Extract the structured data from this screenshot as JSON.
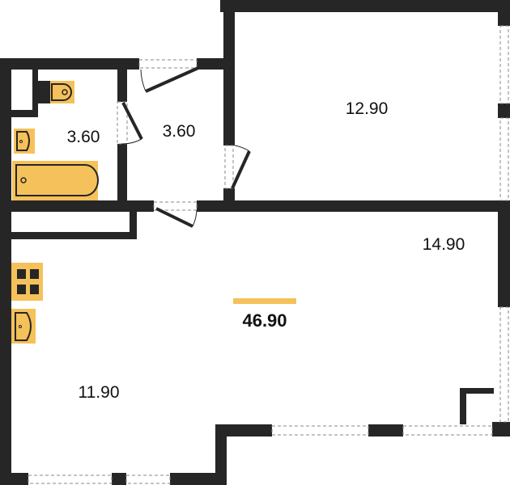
{
  "rooms": [
    {
      "name": "bathroom",
      "area": "3.60"
    },
    {
      "name": "hallway",
      "area": "3.60"
    },
    {
      "name": "room",
      "area": "12.90"
    },
    {
      "name": "living",
      "area": "14.90"
    },
    {
      "name": "kitchen",
      "area": "11.90"
    }
  ],
  "total_area": "46.90",
  "colors": {
    "wall": "#262626",
    "fixture": "#f5c15a",
    "accent": "#f5c15a"
  }
}
